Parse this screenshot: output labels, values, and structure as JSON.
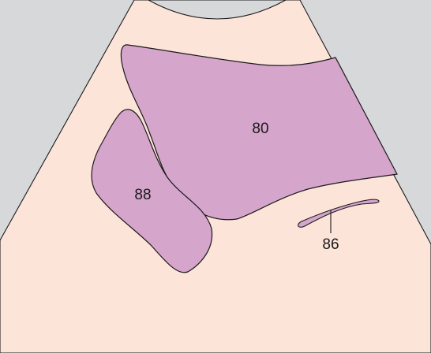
{
  "colors": {
    "background": "#d6d8da",
    "scan_sector": "#fde4d9",
    "region_fill": "#d5a5cc",
    "outline": "#1a1a1a"
  },
  "labels": {
    "region_80": "80",
    "region_88": "88",
    "structure_86": "86"
  }
}
